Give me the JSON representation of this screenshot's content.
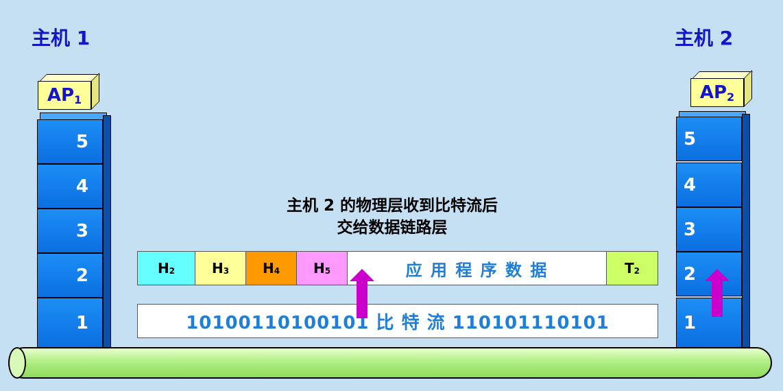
{
  "host1": {
    "title": "主机 1",
    "ap_label": "AP",
    "ap_sub": "1"
  },
  "host2": {
    "title": "主机 2",
    "ap_label": "AP",
    "ap_sub": "2"
  },
  "layers": [
    "5",
    "4",
    "3",
    "2",
    "1"
  ],
  "caption": {
    "line1": "主机 2 的物理层收到比特流后",
    "line2": "交给数据链路层"
  },
  "frame": {
    "cells": [
      {
        "label": "H",
        "sub": "2",
        "color": "#66ffff"
      },
      {
        "label": "H",
        "sub": "3",
        "color": "#ffff99"
      },
      {
        "label": "H",
        "sub": "4",
        "color": "#ff9900"
      },
      {
        "label": "H",
        "sub": "5",
        "color": "#ff99ff"
      },
      {
        "label": "应 用 程 序 数 据",
        "sub": "",
        "color": "#ffffff"
      },
      {
        "label": "T",
        "sub": "2",
        "color": "#ccff66"
      }
    ]
  },
  "bitstream": "10100110100101  比  特  流  110101110101",
  "colors": {
    "layer": "#0b6fe0",
    "arrow": "#cc00cc",
    "cable": "#99e066",
    "background": "#c5e0f3"
  }
}
